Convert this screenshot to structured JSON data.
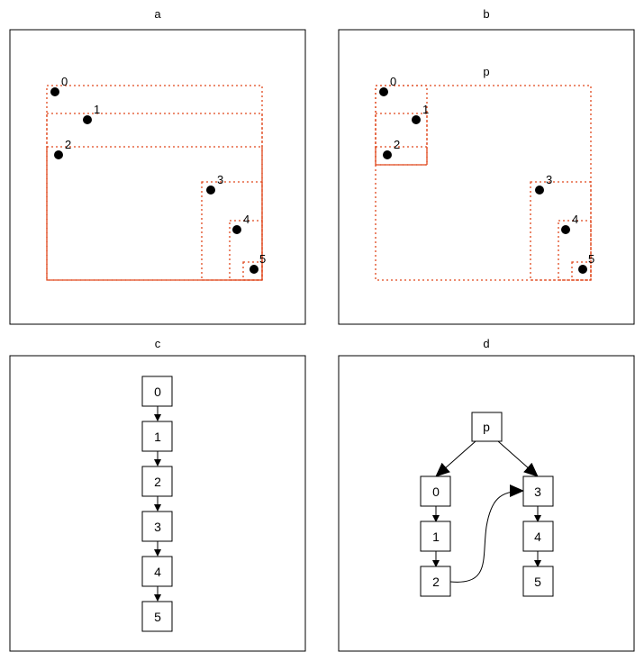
{
  "panels": [
    {
      "id": "a",
      "title": "a",
      "type": "regions"
    },
    {
      "id": "b",
      "title": "b",
      "type": "regions",
      "region_label": "p"
    },
    {
      "id": "c",
      "title": "c",
      "type": "tree"
    },
    {
      "id": "d",
      "title": "d",
      "type": "tree"
    }
  ],
  "points": [
    {
      "label": "0"
    },
    {
      "label": "1"
    },
    {
      "label": "2"
    },
    {
      "label": "3"
    },
    {
      "label": "4"
    },
    {
      "label": "5"
    }
  ],
  "tree_c": {
    "nodes": [
      "0",
      "1",
      "2",
      "3",
      "4",
      "5"
    ]
  },
  "tree_d": {
    "root": "p",
    "left": [
      "0",
      "1",
      "2"
    ],
    "right": [
      "3",
      "4",
      "5"
    ]
  },
  "colors": {
    "region": "#e0471c",
    "point": "#000000",
    "frame": "#000000"
  }
}
